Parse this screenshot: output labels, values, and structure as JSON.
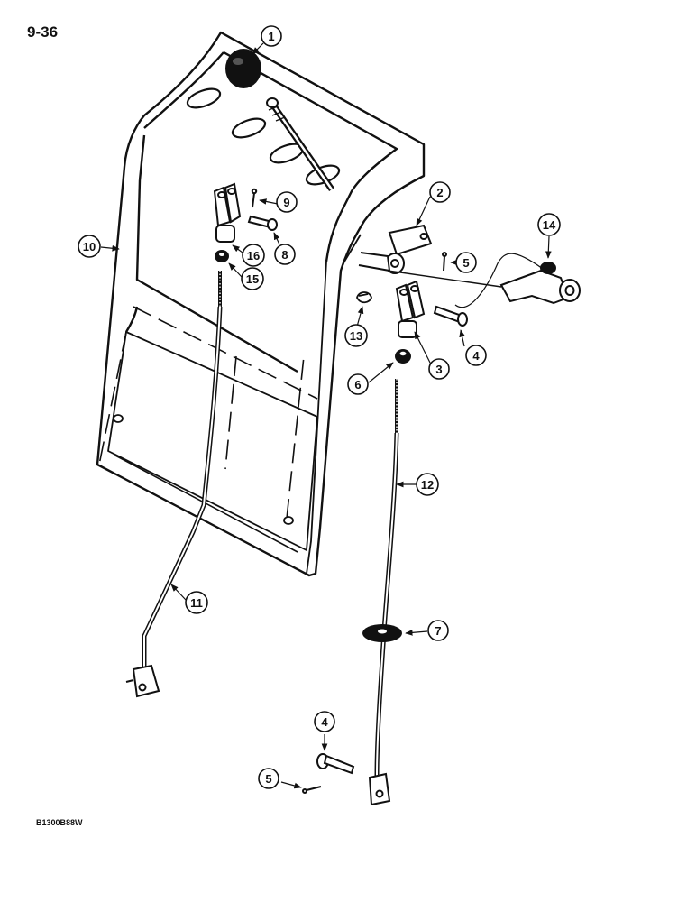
{
  "page": {
    "number": "9-36",
    "drawing_code": "B1300B88W"
  },
  "callouts": {
    "c1": "1",
    "c2": "2",
    "c3": "3",
    "c4a": "4",
    "c4b": "4",
    "c5a": "5",
    "c5b": "5",
    "c6": "6",
    "c7": "7",
    "c8": "8",
    "c9": "9",
    "c10": "10",
    "c11": "11",
    "c12": "12",
    "c13": "13",
    "c14": "14",
    "c15": "15",
    "c16": "16"
  }
}
